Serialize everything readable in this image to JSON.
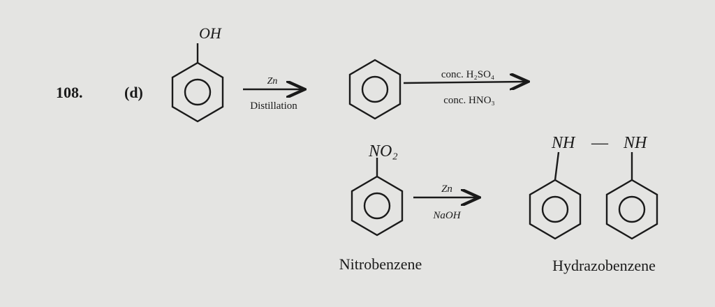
{
  "question_number": "108.",
  "option": "(d)",
  "reactant": {
    "substituent": "OH"
  },
  "step1": {
    "reagent": "Zn",
    "condition": "Distillation"
  },
  "step2": {
    "reagent_top": "conc. H₂SO₄",
    "reagent_bottom": "conc. HNO₃"
  },
  "nitrobenzene": {
    "substituent": "NO₂",
    "name": "Nitrobenzene"
  },
  "step3": {
    "reagent": "Zn",
    "condition": "NaOH"
  },
  "hydrazobenzene": {
    "left_group": "NH",
    "bond": "—",
    "right_group": "NH",
    "name": "Hydrazobenzene"
  }
}
